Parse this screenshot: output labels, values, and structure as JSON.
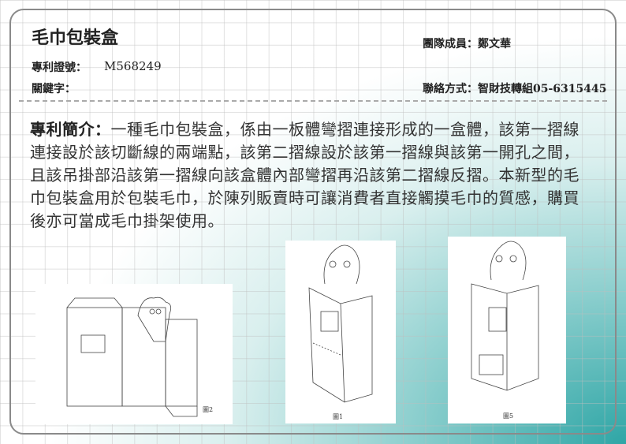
{
  "title": "毛巾包裝盒",
  "team": "團隊成員：鄭文華",
  "patent_no_label": "專利證號：",
  "patent_no": "M568249",
  "keywords_label": "關鍵字：",
  "contact": "聯絡方式：智財技轉組05-6315445",
  "summary_label": "專利簡介：",
  "summary": "一種毛巾包裝盒，係由一板體彎摺連接形成的一盒體，該第一摺線連接設於該切斷線的兩端點，該第二摺線設於該第一摺線與該第一開孔之間，且該吊掛部沿該第一摺線向該盒體內部彎摺再沿該第二摺線反摺。本新型的毛巾包裝盒用於包裝毛巾，於陳列販賣時可讓消費者直接觸摸毛巾的質感，購買後亦可當成毛巾掛架使用。",
  "figures": [
    {
      "caption": "圖2"
    },
    {
      "caption": "圖1"
    },
    {
      "caption": "圖5"
    }
  ]
}
